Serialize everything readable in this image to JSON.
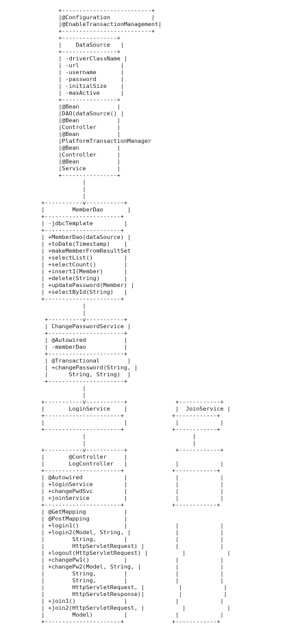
{
  "diagram_lines": [
    "",
    "                 +--------------------------+",
    "                 |@Configuration            |",
    "                 |@EnableTransactionManagement|",
    "                 +--------------------------+",
    "                 +----------------+",
    "                 |    DataSource   |",
    "                 +----------------+",
    "                 | -driverClassName |",
    "                 | -url            |",
    "                 | -username       |",
    "                 | -password       |",
    "                 | -initialSize    |",
    "                 | -maxActive      |",
    "                 +----------------+",
    "                 |@Bean           |",
    "                 |DAO(dataSource() |",
    "                 |@Bean           |",
    "                 |Controller      |",
    "                 |@Bean           |",
    "                 |PlatformTransactionManager",
    "                 |@Bean           |",
    "                 |Controller      |",
    "                 |@Bean           |",
    "                 |Service         |",
    "                 +----------------+",
    "                        |",
    "                        |",
    "                        |",
    "            +-----------v-----------+",
    "            |        MemberDao       |",
    "            +----------------------+",
    "            | -jdbcTemplate         |",
    "            +----------------------+",
    "            | +MemberDao(dataSource) |",
    "            | +toDate(Timestamp)    |",
    "            | +makeMemberFromResultSet",
    "            | +selectList()         |",
    "            | +selectCount()        |",
    "            | +insert1(Member)      |",
    "            | +delete(String)       |",
    "            | +updatePassword(Member) |",
    "            | +selectById(String)   |",
    "            +----------------------+",
    "                        |",
    "                        |",
    "             +----------v-----------+",
    "             | ChangePasswordService |",
    "             +----------------------+",
    "             | @Autowired           |",
    "             | -memberDao           |",
    "             +----------------------+",
    "             | @Transactional        |",
    "             | +changePassword(String, |",
    "             |      String, String)  |",
    "             +----------------------+",
    "                        |",
    "                        |",
    "            +-----------v-----------+              +------------+",
    "            |       LoginService    |              |  JoinService |",
    "            +----------------------+              +------------+",
    "            |                       |              |            |",
    "            +----------------------+              +------------+",
    "                        |                               |",
    "                        |                               |",
    "            +-----------v-----------+              +------------+",
    "            |       @Controller     |",
    "            |       LogController   |              |            |",
    "            +----------------------+              +------------+",
    "            | @Autowired            |              |            |",
    "            | +loginService         |              |            |",
    "            | +changePwdSvc         |              |            |",
    "            | +joinService          |              |            |",
    "            +----------------------+              +------------+",
    "            | @GetMapping           |",
    "            | @PostMapping          |",
    "            | +login1()             |              |            |",
    "            | +login2(Model, String, |             |            |",
    "            |        String,        |              |            |",
    "            |        HttpServletRequest) |         |            |",
    "            | +logout(HttpServletRequest) |          |            |",
    "            | +changePw1()          |              |            |",
    "            | +changePw2(Model, String, |          |            |",
    "            |        String,        |              |            |",
    "            |        String,        |              |            |",
    "            |        HttpServletRequest, |          |            |",
    "            |        HttpServletResponse)|          |            |",
    "            | +join1()              |              |            |",
    "            | +join2(HttpServletRequest, |           |            |",
    "            |        Model)         |              |            |",
    "            +----------------------+              +------------+"
  ]
}
